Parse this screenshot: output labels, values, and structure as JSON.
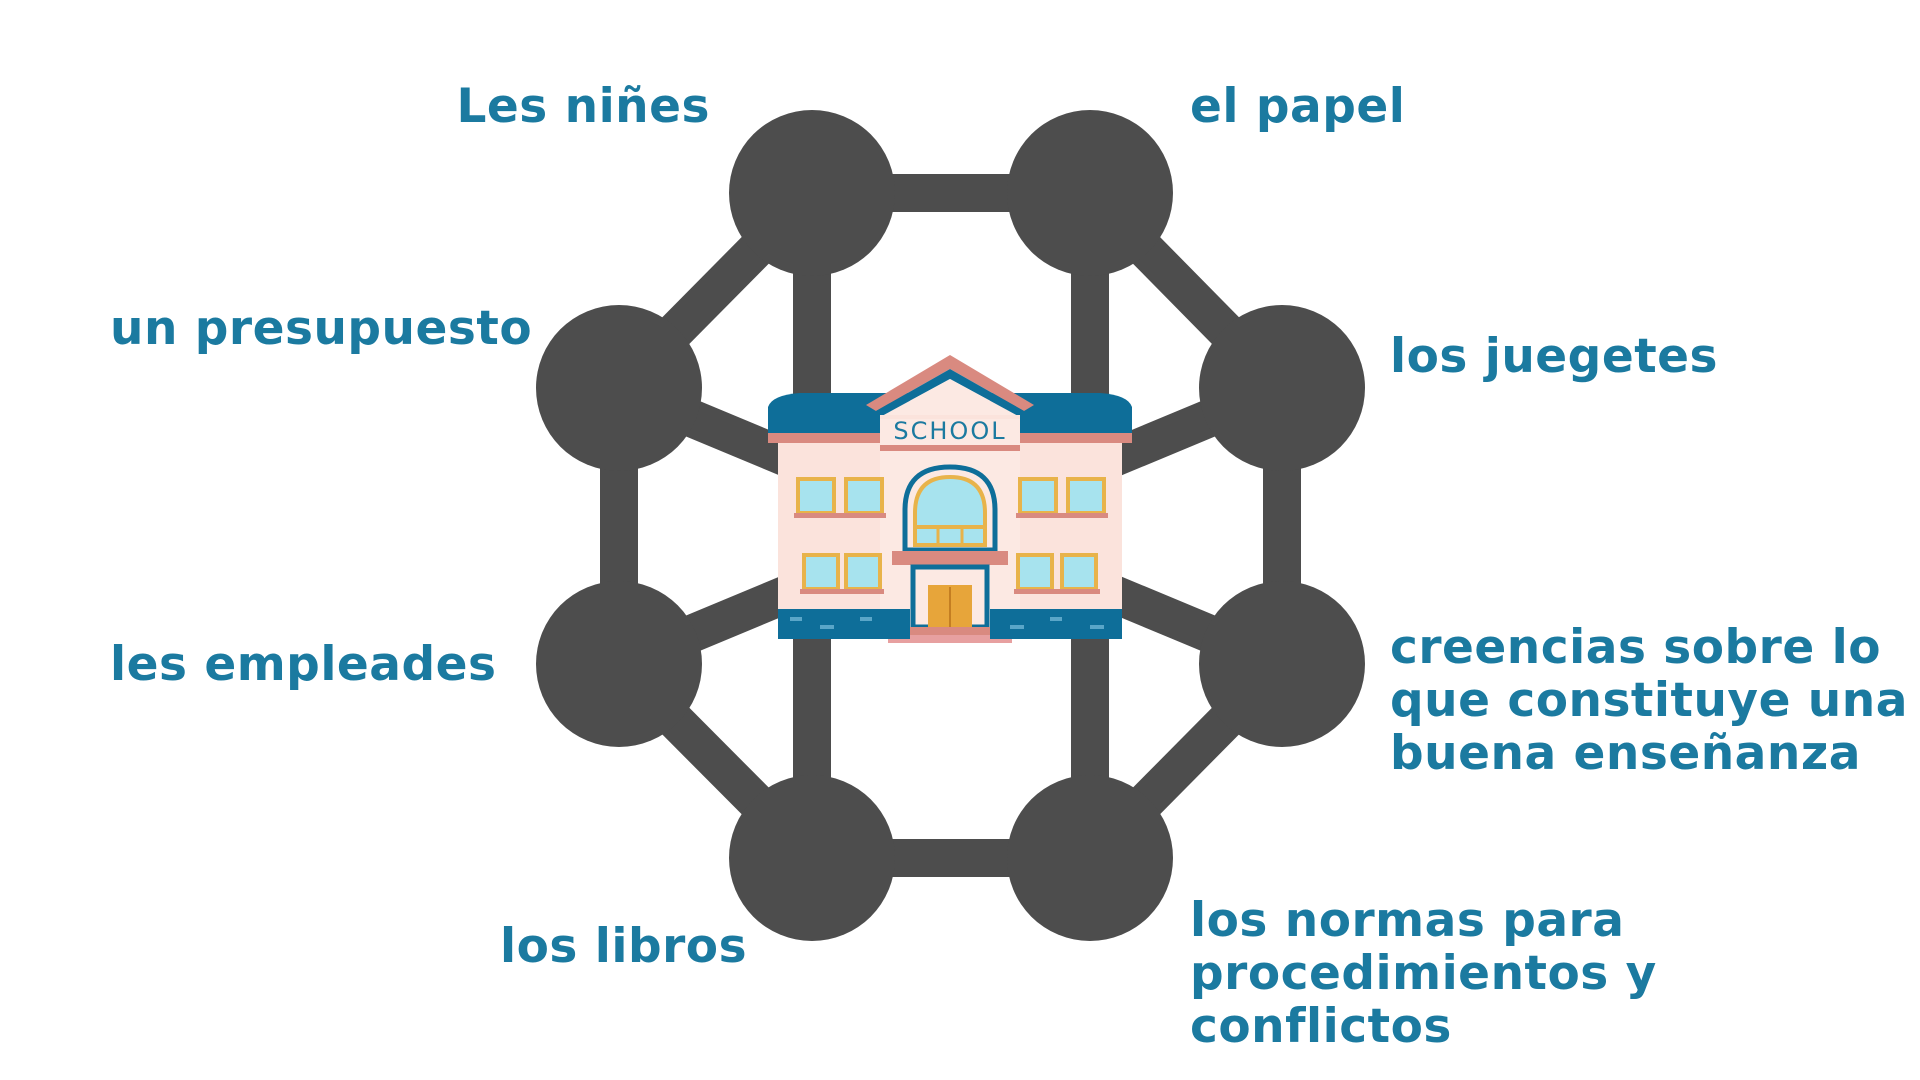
{
  "colors": {
    "label_text": "#1b7aa0",
    "node_fill": "#4d4d4d",
    "edge_stroke": "#4d4d4d",
    "roof_blue": "#0e6e99",
    "roof_pink": "#d98a80",
    "wall": "#fbe3dc",
    "window_frame": "#e8b34a",
    "window_glass": "#a7e3ee",
    "door": "#e7a53a",
    "base_blue": "#0e6e99"
  },
  "labels": [
    "Les niñes",
    "el papel",
    "un presupuesto",
    "los juegetes",
    "les empleades",
    "creencias sobre lo\nque constituye una\nbuena enseñanza",
    "los libros",
    "los normas para\nprocedimientos y\nconflictos"
  ],
  "school": {
    "sign": "SCHOOL",
    "icon": "school-building-icon"
  }
}
